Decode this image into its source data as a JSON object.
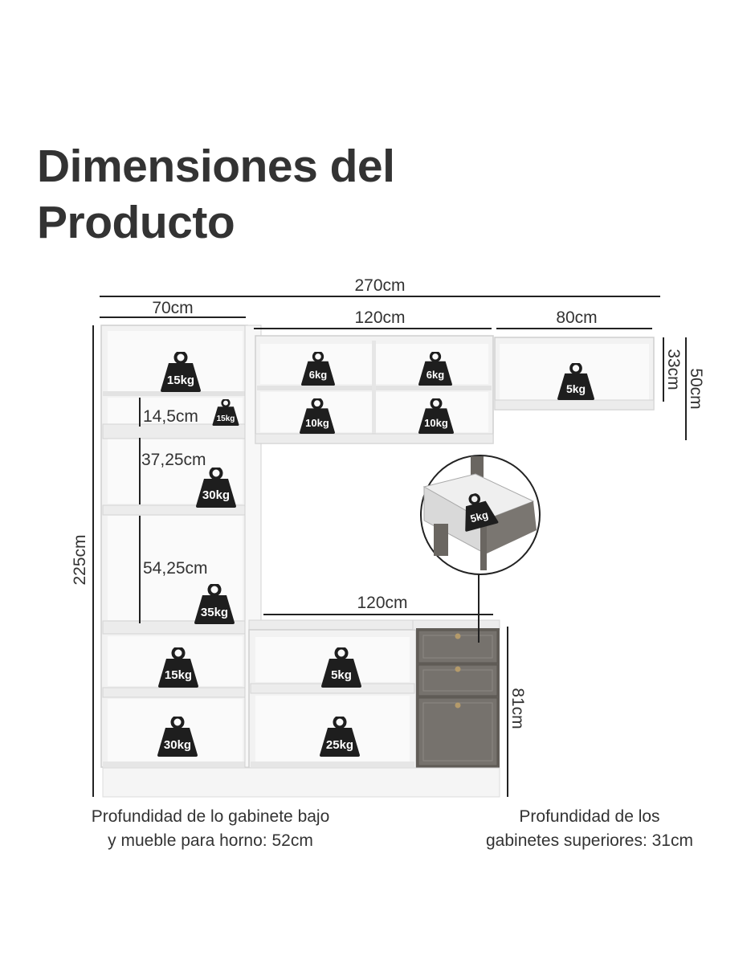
{
  "title": {
    "line1": "Dimensiones del",
    "line2": "Producto"
  },
  "dimensions": {
    "total_width": "270cm",
    "tall_width": "70cm",
    "upper_width": "120cm",
    "right_upper_width": "80cm",
    "right_upper_height": "33cm",
    "right_upper_total": "50cm",
    "total_height": "225cm",
    "shelf_gap_1": "14,5cm",
    "shelf_gap_2": "37,25cm",
    "shelf_gap_3": "54,25cm",
    "counter_width": "120cm",
    "base_height": "81cm"
  },
  "weights": {
    "tall_top": "15kg",
    "tall_small": "15kg",
    "tall_mid": "30kg",
    "tall_low": "35kg",
    "tall_base_top": "15kg",
    "tall_base_bottom": "30kg",
    "upper_tl": "6kg",
    "upper_tr": "6kg",
    "upper_bl": "10kg",
    "upper_br": "10kg",
    "right_upper": "5kg",
    "drawer": "5kg",
    "base_top": "5kg",
    "base_bottom": "25kg"
  },
  "notes": {
    "left_line1": "Profundidad de lo gabinete bajo",
    "left_line2": "y mueble para horno: 52cm",
    "right_line1": "Profundidad de los",
    "right_line2": "gabinetes superiores: 31cm"
  },
  "colors": {
    "text": "#333333",
    "weight_icon": "#1e1e1e",
    "cabinet_grey": "#6f6b66",
    "cabinet_white": "#ffffff",
    "edge": "#c9c9c9"
  }
}
